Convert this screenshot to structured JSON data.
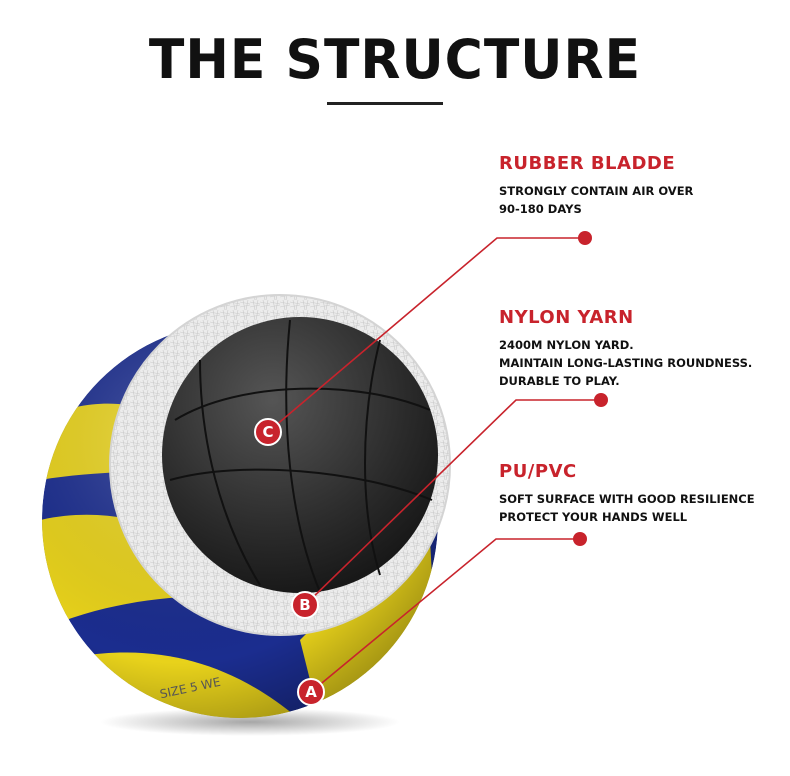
{
  "title": "THE STRUCTURE",
  "accent_color": "#c8232c",
  "features": [
    {
      "heading": "RUBBER BLADDE",
      "description": "STRONGLY CONTAIN AIR OVER\n90-180 DAYS"
    },
    {
      "heading": "NYLON YARN",
      "description": "2400M NYLON YARD.\nMAINTAIN LONG-LASTING ROUNDNESS.\nDURABLE TO PLAY."
    },
    {
      "heading": "PU/PVC",
      "description": "SOFT SURFACE WITH GOOD RESILIENCE\nPROTECT YOUR HANDS WELL"
    }
  ],
  "markers": {
    "c": "C",
    "b": "B",
    "a": "A"
  },
  "ball_print": "SIZE 5 WE",
  "colors": {
    "ball_blue": "#1b2d8f",
    "ball_yellow": "#e8d21b",
    "nylon": "#e9e9e9",
    "bladder": "#2a2a2a"
  }
}
